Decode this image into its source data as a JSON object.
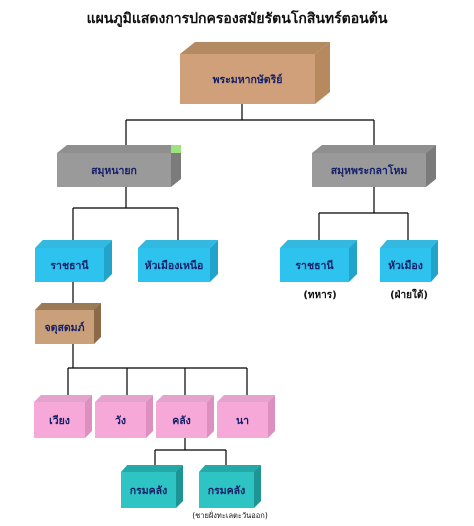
{
  "title": "แผนภูมิแสดงการปกครองสมัยรัตนโกสินทร์ตอนต้น",
  "nodes": {
    "king": "พระมหากษัตริย์",
    "samuha_nayok": "สมุหนายก",
    "samuha_kalahom": "สมุหพระกลาโหม",
    "ratchathani_left": "ราชธานี",
    "huamueang_nuea": "หัวเมืองเหนือ",
    "ratchathani_right": "ราชธานี",
    "huamueang_right": "หัวเมือง",
    "chatusadom": "จตุสดมภ์",
    "wiang": "เวียง",
    "wang": "วัง",
    "khlang": "คลัง",
    "na": "นา",
    "kromkhlang1": "กรมคลัง",
    "kromkhlang2": "กรมคลัง"
  },
  "labels": {
    "military": "(ทหาร)",
    "south": "(ฝ่ายใต้)",
    "coastal": "(ชายฝั่งทะเลตะวันออก)"
  }
}
